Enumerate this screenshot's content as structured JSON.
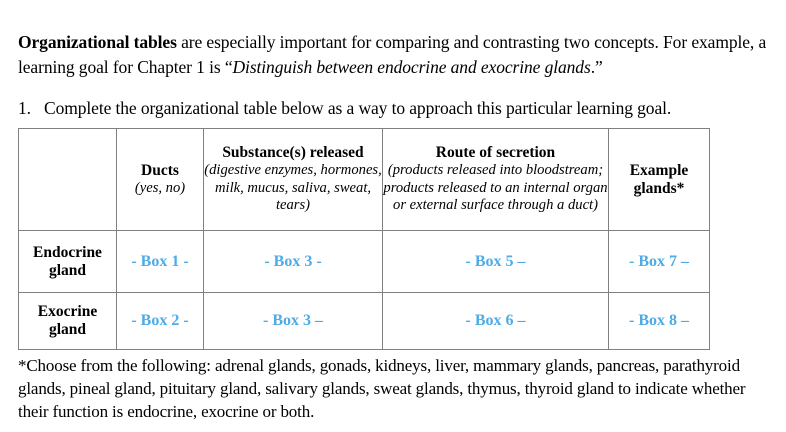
{
  "intro": {
    "lead": "Organizational tables",
    "body_part1": " are especially important for comparing and contrasting two concepts. For example, a learning goal for Chapter 1 is “",
    "emphasis": "Distinguish between endocrine and exocrine glands",
    "body_part2": ".”"
  },
  "instruction": {
    "number": "1.",
    "text": "Complete the organizational table below as a way to approach this particular learning goal."
  },
  "table": {
    "headers": [
      {
        "title": "",
        "sub": ""
      },
      {
        "title": "Ducts",
        "sub": "(yes, no)"
      },
      {
        "title": "Substance(s) released",
        "sub": "(digestive enzymes, hormones, milk, mucus, saliva, sweat, tears)"
      },
      {
        "title": "Route of secretion",
        "sub": "(products released into bloodstream; products released to an internal organ or external surface through a duct)"
      },
      {
        "title": "Example glands*",
        "sub": ""
      }
    ],
    "rows": [
      {
        "label": "Endocrine gland",
        "cells": [
          "- Box 1 -",
          "- Box 3 -",
          "- Box 5 –",
          "- Box 7 –"
        ]
      },
      {
        "label": "Exocrine gland",
        "cells": [
          "- Box 2 -",
          "- Box 3 –",
          "- Box 6 –",
          "- Box 8 –"
        ]
      }
    ]
  },
  "footnote": {
    "text": "*Choose from the following: adrenal glands, gonads, kidneys, liver, mammary glands, pancreas, parathyroid glands, pineal gland, pituitary gland, salivary glands, sweat glands, thymus, thyroid gland to indicate whether their function is endocrine, exocrine or both."
  },
  "colors": {
    "box_text": "#4DABE8",
    "table_border": "#808080",
    "page_text": "#000000"
  }
}
